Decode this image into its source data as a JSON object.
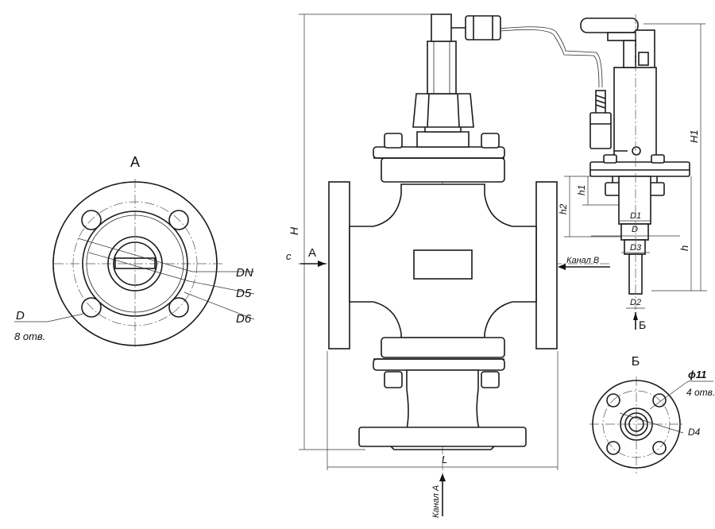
{
  "views": {
    "view_a": {
      "title": "А"
    },
    "view_b": {
      "title": "Б"
    }
  },
  "labels": {
    "dn": "DN",
    "d5": "D5",
    "d6": "D6",
    "d": "D",
    "holes_8": "8 отв.",
    "a_arrow": "А",
    "c": "c",
    "h_total": "H",
    "l": "L",
    "channel_a": "Канал А",
    "channel_b": "Канал В",
    "h1_upper": "H1",
    "h1_small": "h1",
    "h2_small": "h2",
    "h_small": "h",
    "d1": "D1",
    "d3": "D3",
    "d2": "D2",
    "b_arrow": "Б",
    "phi11": "ϕ11",
    "holes_4": "4 отв.",
    "d4": "D4"
  }
}
